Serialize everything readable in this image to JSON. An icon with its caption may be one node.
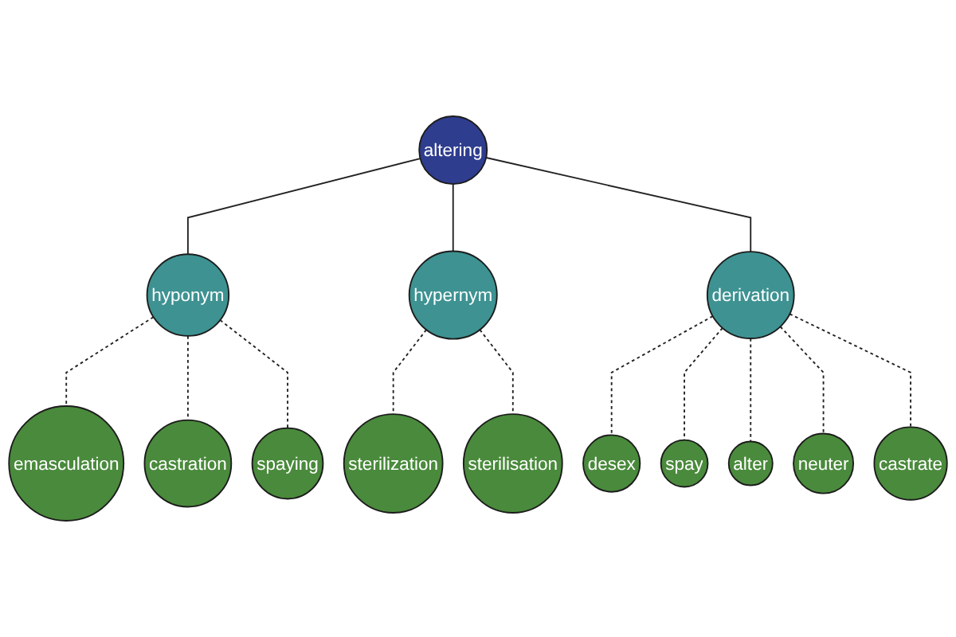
{
  "diagram": {
    "nodes": [
      {
        "text": [
          "altering"
        ]
      },
      {
        "text": [
          "hyponym"
        ]
      },
      {
        "text": [
          "emasculation"
        ]
      },
      {
        "text": [
          "castration"
        ]
      },
      {
        "text": [
          "spaying"
        ]
      },
      {
        "text": [
          "hypernym"
        ]
      },
      {
        "text": [
          "sterilization"
        ]
      },
      {
        "text": [
          "sterilisation"
        ]
      },
      {
        "text": [
          "derivation"
        ]
      },
      {
        "text": [
          "desex"
        ]
      },
      {
        "text": [
          "spay"
        ]
      },
      {
        "text": [
          "alter"
        ]
      },
      {
        "text": [
          "neuter"
        ]
      },
      {
        "text": [
          "castrate"
        ]
      }
    ],
    "edges": [
      {
        "from": 0,
        "to": 1,
        "arrow": "none"
      },
      {
        "from": 0,
        "to": 5,
        "arrow": "none"
      },
      {
        "from": 0,
        "to": 8,
        "arrow": "none"
      },
      {
        "from": 1,
        "to": 2,
        "arrow": "none",
        "style": "dashed"
      },
      {
        "from": 1,
        "to": 3,
        "arrow": "none",
        "style": "dashed"
      },
      {
        "from": 1,
        "to": 4,
        "arrow": "none",
        "style": "dashed"
      },
      {
        "from": 5,
        "to": 6,
        "arrow": "none",
        "style": "dashed"
      },
      {
        "from": 5,
        "to": 7,
        "arrow": "none",
        "style": "dashed"
      },
      {
        "from": 8,
        "to": 9,
        "arrow": "none",
        "style": "dashed"
      },
      {
        "from": 8,
        "to": 10,
        "arrow": "none",
        "style": "dashed"
      },
      {
        "from": 8,
        "to": 11,
        "arrow": "none",
        "style": "dashed"
      },
      {
        "from": 8,
        "to": 12,
        "arrow": "none",
        "style": "dashed"
      },
      {
        "from": 8,
        "to": 13,
        "arrow": "none",
        "style": "dashed"
      }
    ]
  }
}
